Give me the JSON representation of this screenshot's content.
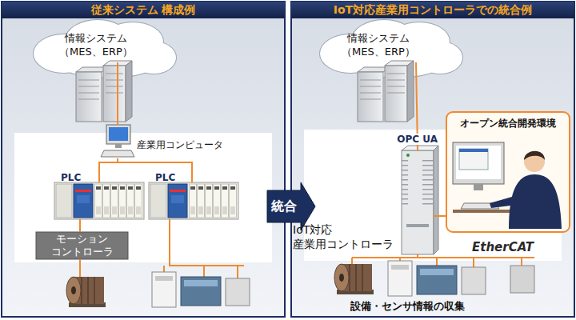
{
  "diagram": {
    "nodes": [
      {
        "text": [
          "従来システム 構成例"
        ]
      },
      {
        "text": [
          "情報システム（MES、ERP）"
        ],
        "in": 0
      },
      {
        "text": [
          "産業用コンピュータ"
        ],
        "in": 0
      },
      {
        "text": [
          "PLC"
        ],
        "in": 0
      },
      {
        "text": [
          "PLC"
        ],
        "in": 0
      },
      {
        "text": [
          "モーション コントローラ"
        ],
        "in": 0
      },
      {
        "text": [
          "統合"
        ]
      },
      {
        "text": [
          "IoT対応産業用コントローラでの統合例"
        ]
      },
      {
        "text": [
          "情報システム（MES、ERP）"
        ],
        "in": 7
      },
      {
        "text": [
          "IoT対応 産業用コントローラ"
        ],
        "in": 7
      },
      {
        "text": [
          "オープン統合開発環境"
        ],
        "in": 7
      }
    ],
    "edges": [
      {
        "from": 1,
        "to": 2,
        "arrow": "none"
      },
      {
        "from": 2,
        "to": 3,
        "arrow": "none"
      },
      {
        "from": 2,
        "to": 4,
        "arrow": "none"
      },
      {
        "from": 3,
        "to": 5,
        "arrow": "none"
      },
      {
        "from": 8,
        "to": 9,
        "label": "OPC UA",
        "arrow": "none"
      },
      {
        "from": 9,
        "to": 10,
        "arrow": "none"
      }
    ],
    "labels": [
      "EtherCAT",
      "設備・センサ情報の収集"
    ]
  }
}
